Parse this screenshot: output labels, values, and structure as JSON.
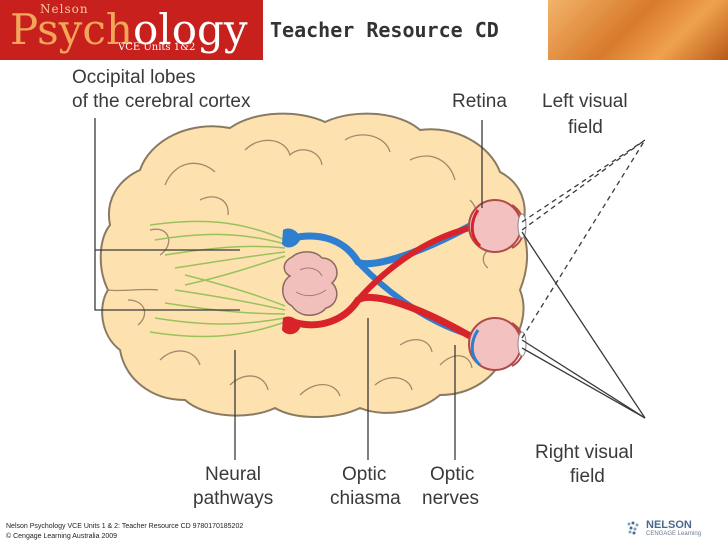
{
  "banner": {
    "brand_small": "Nelson",
    "brand_part1": "Psych",
    "brand_part2": "ology",
    "brand_units": "VCE Units 1&2",
    "title": "Teacher Resource CD"
  },
  "diagram": {
    "labels": {
      "occipital_line1": "Occipital lobes",
      "occipital_line2": "of the cerebral cortex",
      "retina": "Retina",
      "left_field_line1": "Left visual",
      "left_field_line2": "field",
      "right_field_line1": "Right visual",
      "right_field_line2": "field",
      "neural_line1": "Neural",
      "neural_line2": "pathways",
      "chiasma_line1": "Optic",
      "chiasma_line2": "chiasma",
      "nerves_line1": "Optic",
      "nerves_line2": "nerves"
    },
    "colors": {
      "brain_fill": "#fde2b0",
      "brain_stroke": "#8a7a62",
      "left_pathway": "#2f7fd0",
      "right_pathway": "#d8232a",
      "neural_fibers": "#9ac25a",
      "eye_fill": "#f3c2c0"
    }
  },
  "footer": {
    "line1": "Nelson Psychology VCE Units 1 & 2: Teacher Resource CD 9780170185202",
    "line2": "© Cengage Learning Australia 2009"
  },
  "publisher": {
    "name": "NELSON",
    "sub": "CENGAGE Learning"
  }
}
